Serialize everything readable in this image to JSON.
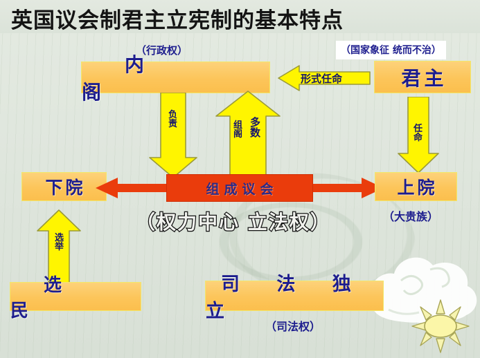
{
  "title": "英国议会制君主立宪制的基本特点",
  "boxes": {
    "cabinet": "内 阁",
    "monarch": "君主",
    "commons": "下院",
    "lords": "上院",
    "voters": "选 民",
    "judicial": "司 法 独 立",
    "parliament": "组成议会"
  },
  "labels": {
    "executive_power": "（行政权）",
    "state_symbol": "（国家象征 统而不治）",
    "great_nobility": "（大贵族）",
    "judicial_power": "（司法权）",
    "power_center": "（权力中心 立法权）"
  },
  "arrows": {
    "responsible": "负责",
    "form_cabinet": "组阁",
    "majority": "多数",
    "formal_appointment": "形式任命",
    "appoint": "任命",
    "elect": "选举"
  },
  "colors": {
    "background": "#dde5dc",
    "box_fill": "#fcc55a",
    "box_text": "#1d1d8e",
    "arrow_yellow": "#fff500",
    "arrow_outline": "#9a9a3a",
    "parliament_red": "#ea3c0c",
    "title_text": "#141414"
  },
  "icons": {
    "sun": "sun-decor-icon",
    "cloud": "cloud-decor-icon"
  }
}
